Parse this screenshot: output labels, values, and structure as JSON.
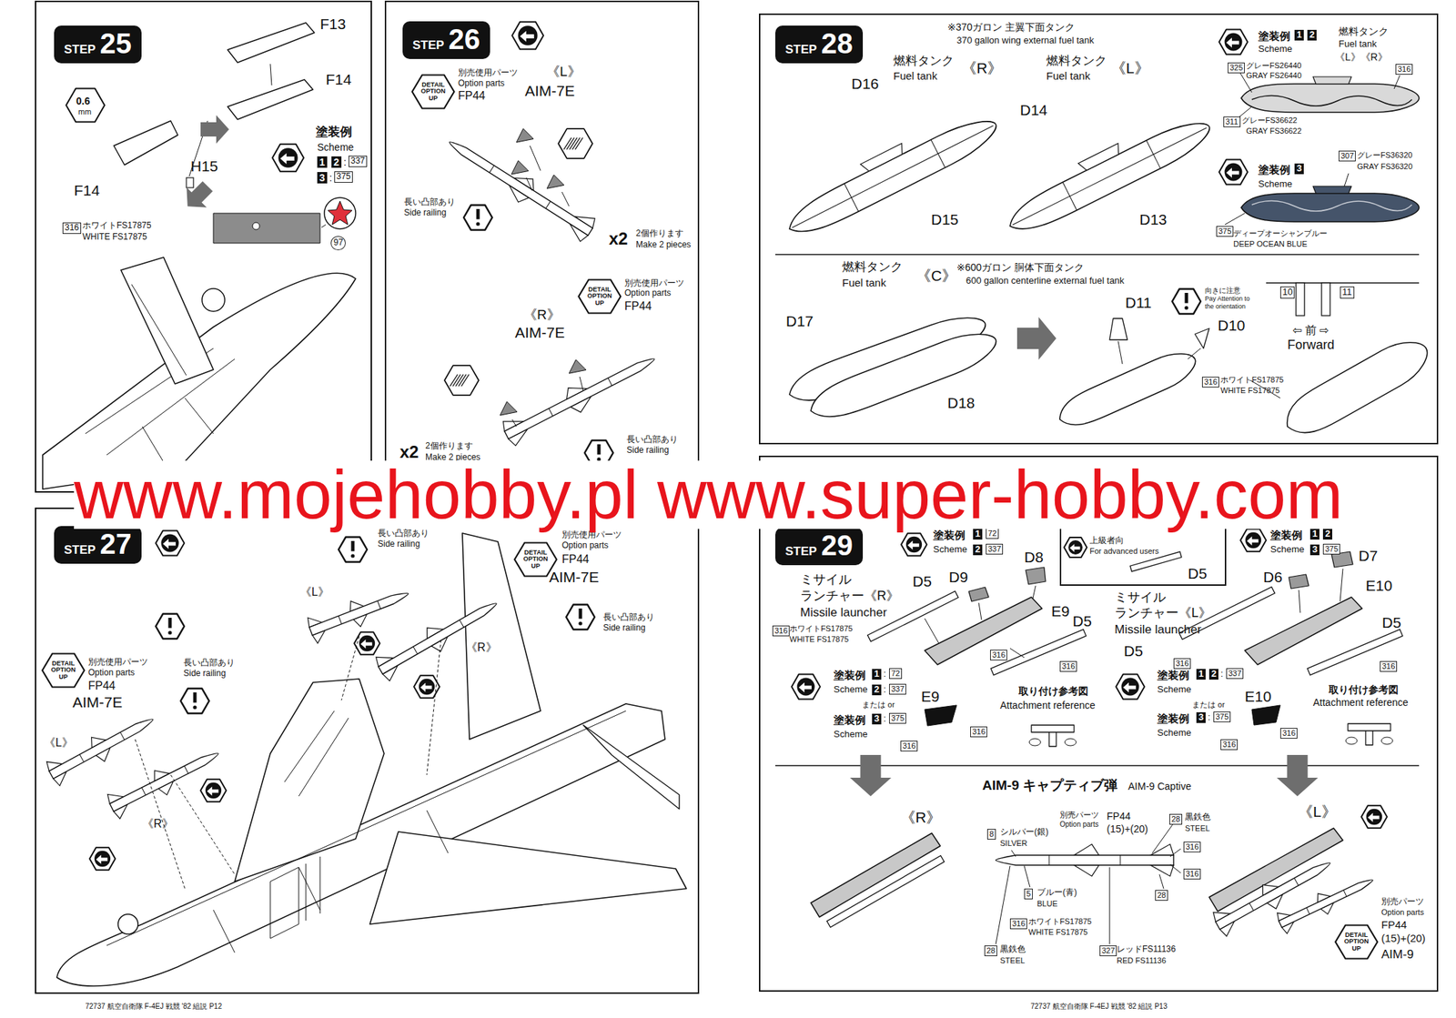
{
  "diagram": {
    "nodes": [
      {
        "text": [
          "STEP",
          "25"
        ]
      },
      {
        "text": [
          "STEP",
          "26"
        ]
      },
      {
        "text": [
          "DETAIL OPTION UP"
        ]
      },
      {
        "text": [
          "DETAIL OPTION UP"
        ]
      },
      {
        "text": [
          "STEP",
          "27"
        ]
      },
      {
        "text": [
          "DETAIL OPTION UP"
        ]
      },
      {
        "text": [
          "DETAIL OPTION UP"
        ]
      },
      {
        "text": [
          "STEP",
          "28"
        ]
      },
      {
        "text": [
          "STEP",
          "29"
        ]
      },
      {
        "text": [
          "上級者向",
          "For advanced users"
        ]
      },
      {
        "text": [
          "DETAIL OPTION UP"
        ]
      }
    ],
    "labels": [
      "F13",
      "F14",
      "F14",
      "H15",
      "0.6",
      "mm",
      "塗装例",
      "Scheme",
      "1",
      "2",
      ":",
      "337",
      "3",
      ":",
      "375",
      "97",
      "316",
      "ホワイトFS17875",
      "WHITE FS17875",
      "別売使用パーツ",
      "Option parts",
      "FP44",
      "《L》",
      "AIM-7E",
      "長い凸部あり",
      "Side railing",
      "x2",
      "2個作ります",
      "Make 2 pieces",
      "別売使用パーツ",
      "Option parts",
      "FP44",
      "《R》",
      "AIM-7E",
      "x2",
      "2個作ります",
      "Make 2 pieces",
      "長い凸部あり",
      "Side railing",
      "長い凸部あり",
      "Side railing",
      "別売使用パーツ",
      "Option parts",
      "FP44",
      "AIM-7E",
      "《L》",
      "長い凸部あり",
      "Side railing",
      "《R》",
      "長い凸部あり",
      "Side railing",
      "別売使用パーツ",
      "Option parts",
      "FP44",
      "AIM-7E",
      "《L》",
      "《R》",
      "※370ガロン 主翼下面タンク",
      "370 gallon wing external fuel tank",
      "燃料タンク",
      "Fuel tank",
      "《R》",
      "燃料タンク",
      "Fuel tank",
      "《L》",
      "D16",
      "D14",
      "D15",
      "D13",
      "塗装例",
      "1",
      "2",
      "Scheme",
      "燃料タンク",
      "Fuel tank",
      "《L》《R》",
      "316",
      "325",
      "グレーFS26440",
      "GRAY FS26440",
      "311",
      "グレーFS36622",
      "GRAY FS36622",
      "塗装例",
      "3",
      "Scheme",
      "307",
      "グレーFS36320",
      "GRAY FS36320",
      "375",
      "ディープオーシャンブルー",
      "DEEP OCEAN BLUE",
      "燃料タンク",
      "Fuel tank",
      "《C》",
      "※600ガロン 胴体下面タンク",
      "600 gallon centerline external fuel tank",
      "D17",
      "D18",
      "D11",
      "D10",
      "向きに注意",
      "Pay Attention to",
      "the orientation",
      "10",
      "11",
      "⇦ 前 ⇨",
      "Forward",
      "316",
      "ホワイトFS17875",
      "WHITE FS17875",
      "塗装例",
      "1",
      "72",
      "Scheme",
      "2",
      "337",
      "D5",
      "塗装例",
      "1",
      "2",
      "Scheme",
      "3",
      "375",
      "D8",
      "D9",
      "D5",
      "E9",
      "ミサイル",
      "ランチャー《R》",
      "Missile launcher",
      "316",
      "ホワイトFS17875",
      "WHITE FS17875",
      "D5",
      "316",
      "316",
      "塗装例",
      "1",
      ":",
      "72",
      "Scheme",
      "2",
      ":",
      "337",
      "または or",
      "E9",
      "塗装例",
      "3",
      ":",
      "375",
      "Scheme",
      "316",
      "316",
      "取り付け参考図",
      "Attachment reference",
      "D7",
      "D6",
      "E10",
      "ミサイル",
      "ランチャー《L》",
      "Missile launcher",
      "D5",
      "D5",
      "316",
      "316",
      "塗装例",
      "1",
      "2",
      ":",
      "337",
      "Scheme",
      "または or",
      "塗装例",
      "3",
      ":",
      "375",
      "Scheme",
      "E10",
      "316",
      "316",
      "取り付け参考図",
      "Attachment reference",
      "AIM-9 キャプティブ弾",
      "AIM-9 Captive",
      "《R》",
      "《L》",
      "8",
      "シルバー(銀)",
      "SILVER",
      "別売パーツ",
      "Option parts",
      "FP44",
      "(15)+(20)",
      "28",
      "黒鉄色",
      "STEEL",
      "316",
      "316",
      "28",
      "5",
      "ブルー(青)",
      "BLUE",
      "316",
      "ホワイトFS17875",
      "WHITE FS17875",
      "28",
      "黒鉄色",
      "STEEL",
      "327",
      "レッドFS11136",
      "RED FS11136",
      "別売パーツ",
      "Option parts",
      "FP44",
      "(15)+(20)",
      "AIM-9",
      "72737 航空自衛隊 F-4EJ 戦競 '82 組説 P12",
      "72737 航空自衛隊 F-4EJ 戦競 '82 組説 P13",
      "www.mojehobby.pl www.super-hobby.com"
    ]
  }
}
